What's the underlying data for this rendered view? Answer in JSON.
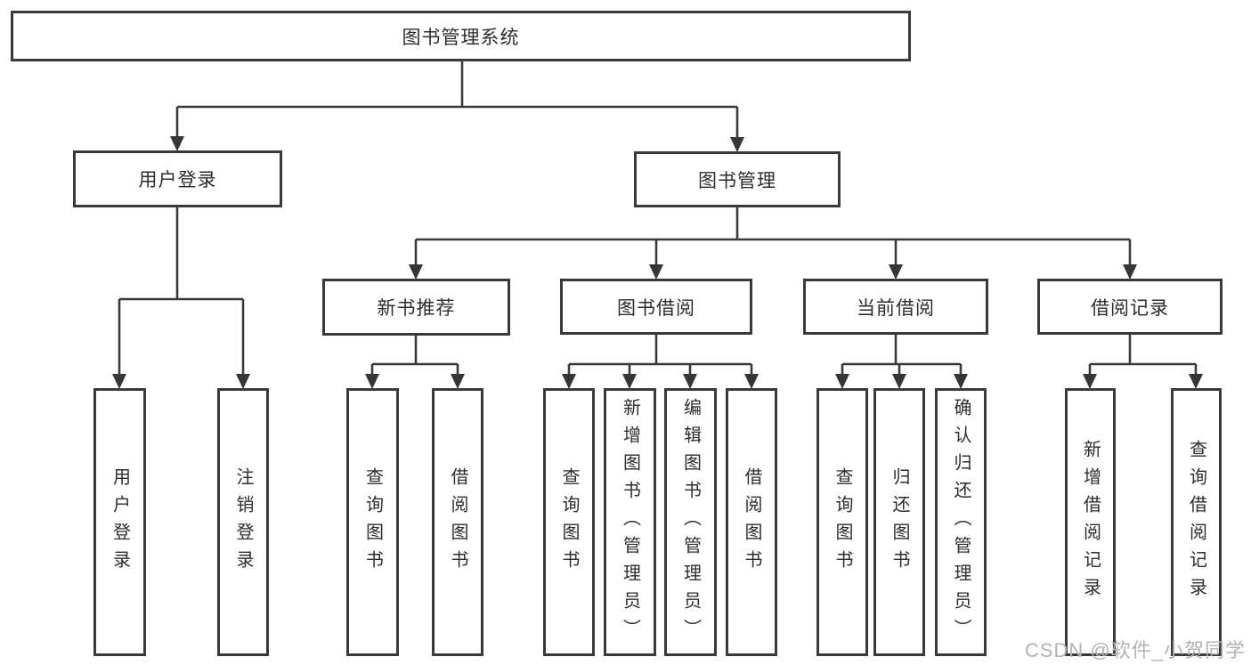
{
  "diagram": {
    "root": {
      "label": "图书管理系统"
    },
    "branches": [
      {
        "label": "用户登录",
        "children": [
          {
            "label": "用户登录"
          },
          {
            "label": "注销登录"
          }
        ]
      },
      {
        "label": "图书管理",
        "children": [
          {
            "label": "新书推荐",
            "children": [
              {
                "label": "查询图书"
              },
              {
                "label": "借阅图书"
              }
            ]
          },
          {
            "label": "图书借阅",
            "children": [
              {
                "label": "查询图书"
              },
              {
                "label": "新增图书（管理员）"
              },
              {
                "label": "编辑图书（管理员）"
              },
              {
                "label": "借阅图书"
              }
            ]
          },
          {
            "label": "当前借阅",
            "children": [
              {
                "label": "查询图书"
              },
              {
                "label": "归还图书"
              },
              {
                "label": "确认归还（管理员）"
              }
            ]
          },
          {
            "label": "借阅记录",
            "children": [
              {
                "label": "新增借阅记录"
              },
              {
                "label": "查询借阅记录"
              }
            ]
          }
        ]
      }
    ]
  },
  "watermark": {
    "text": "CSDN @软件_小贺同学"
  },
  "colors": {
    "line": "#3a3a3a",
    "box_border": "#3a3a3a",
    "text": "#2d2d2d",
    "watermark": "#b3b3b3",
    "background": "#ffffff"
  }
}
